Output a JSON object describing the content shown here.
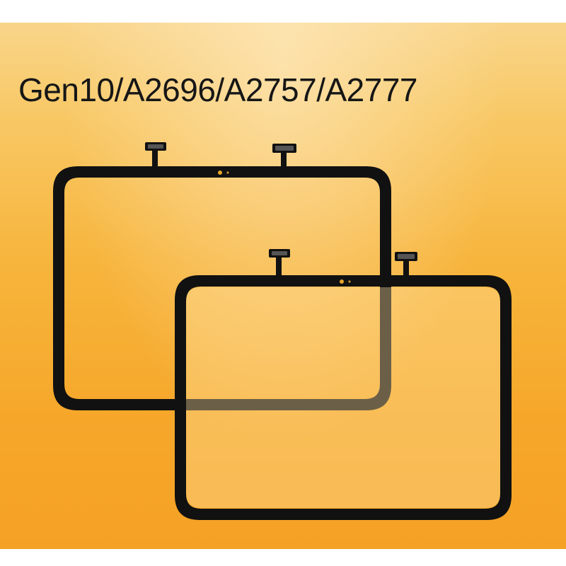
{
  "title": "Gen10/A2696/A2757/A2777",
  "colors": {
    "background_top": "#f9d58a",
    "background_bottom": "#f5a125",
    "frame": "#111111",
    "text": "#161616"
  },
  "items": [
    {
      "name": "touch-screen-panel-back"
    },
    {
      "name": "touch-screen-panel-front"
    }
  ]
}
